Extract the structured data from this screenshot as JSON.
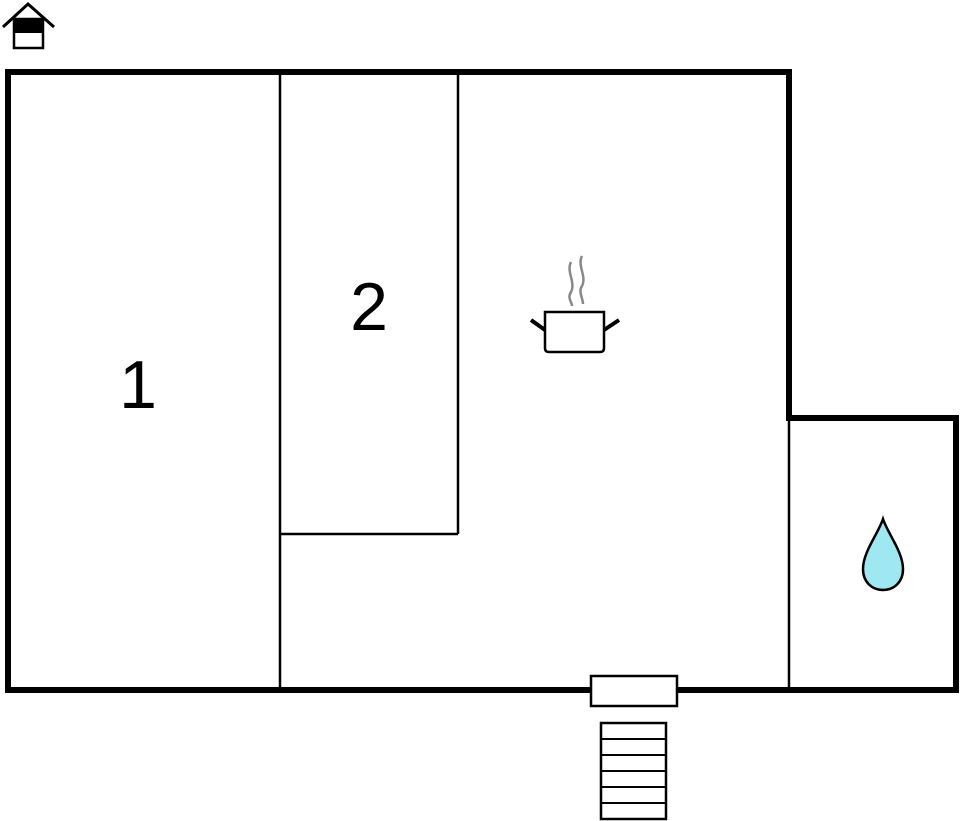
{
  "rooms": [
    {
      "id": "bedroom-1",
      "label": "1"
    },
    {
      "id": "bedroom-2",
      "label": "2"
    }
  ],
  "icons": {
    "floor_indicator": "house-floor-icon",
    "kitchen": "cooking-pot-icon",
    "bathroom": "water-drop-icon",
    "stairs": "stairs-icon",
    "entrance": "door-threshold-icon"
  },
  "colors": {
    "wall": "#000000",
    "background": "#ffffff",
    "water": "#9fe8f2",
    "steam": "#888888"
  }
}
